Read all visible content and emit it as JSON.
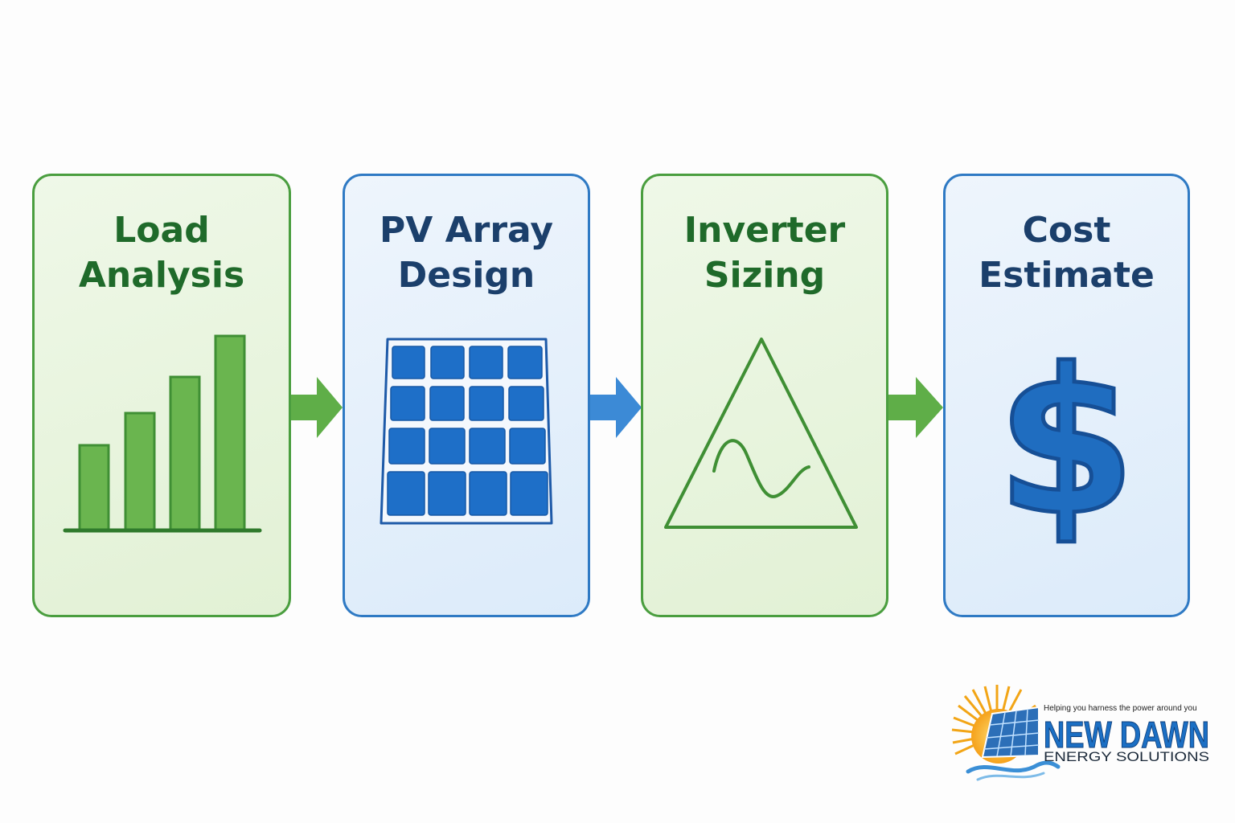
{
  "steps": [
    {
      "title": "Load\nAnalysis",
      "icon": "bar-chart-icon",
      "color": "#4a9e3f"
    },
    {
      "title": "PV Array\nDesign",
      "icon": "solar-panel-icon",
      "color": "#2f7ac4"
    },
    {
      "title": "Inverter\nSizing",
      "icon": "triangle-sine-wave-icon",
      "color": "#4a9e3f"
    },
    {
      "title": "Cost\nEstimate",
      "icon": "dollar-sign-icon",
      "color": "#2f7ac4"
    }
  ],
  "arrows": [
    {
      "icon": "arrow-right-icon",
      "color": "#5fae48"
    },
    {
      "icon": "arrow-right-icon",
      "color": "#3c8ad6"
    },
    {
      "icon": "arrow-right-icon",
      "color": "#5fae48"
    }
  ],
  "logo": {
    "tagline": "Helping you harness the power around you",
    "name": "NEW DAWN",
    "subtitle": "ENERGY SOLUTIONS",
    "icon": "sun-solar-panel-logo"
  },
  "colors": {
    "green_dark": "#1f6a2a",
    "blue_dark": "#1b3f6b",
    "panel_blue": "#1e6fc8",
    "bar_green": "#6ab54f"
  }
}
